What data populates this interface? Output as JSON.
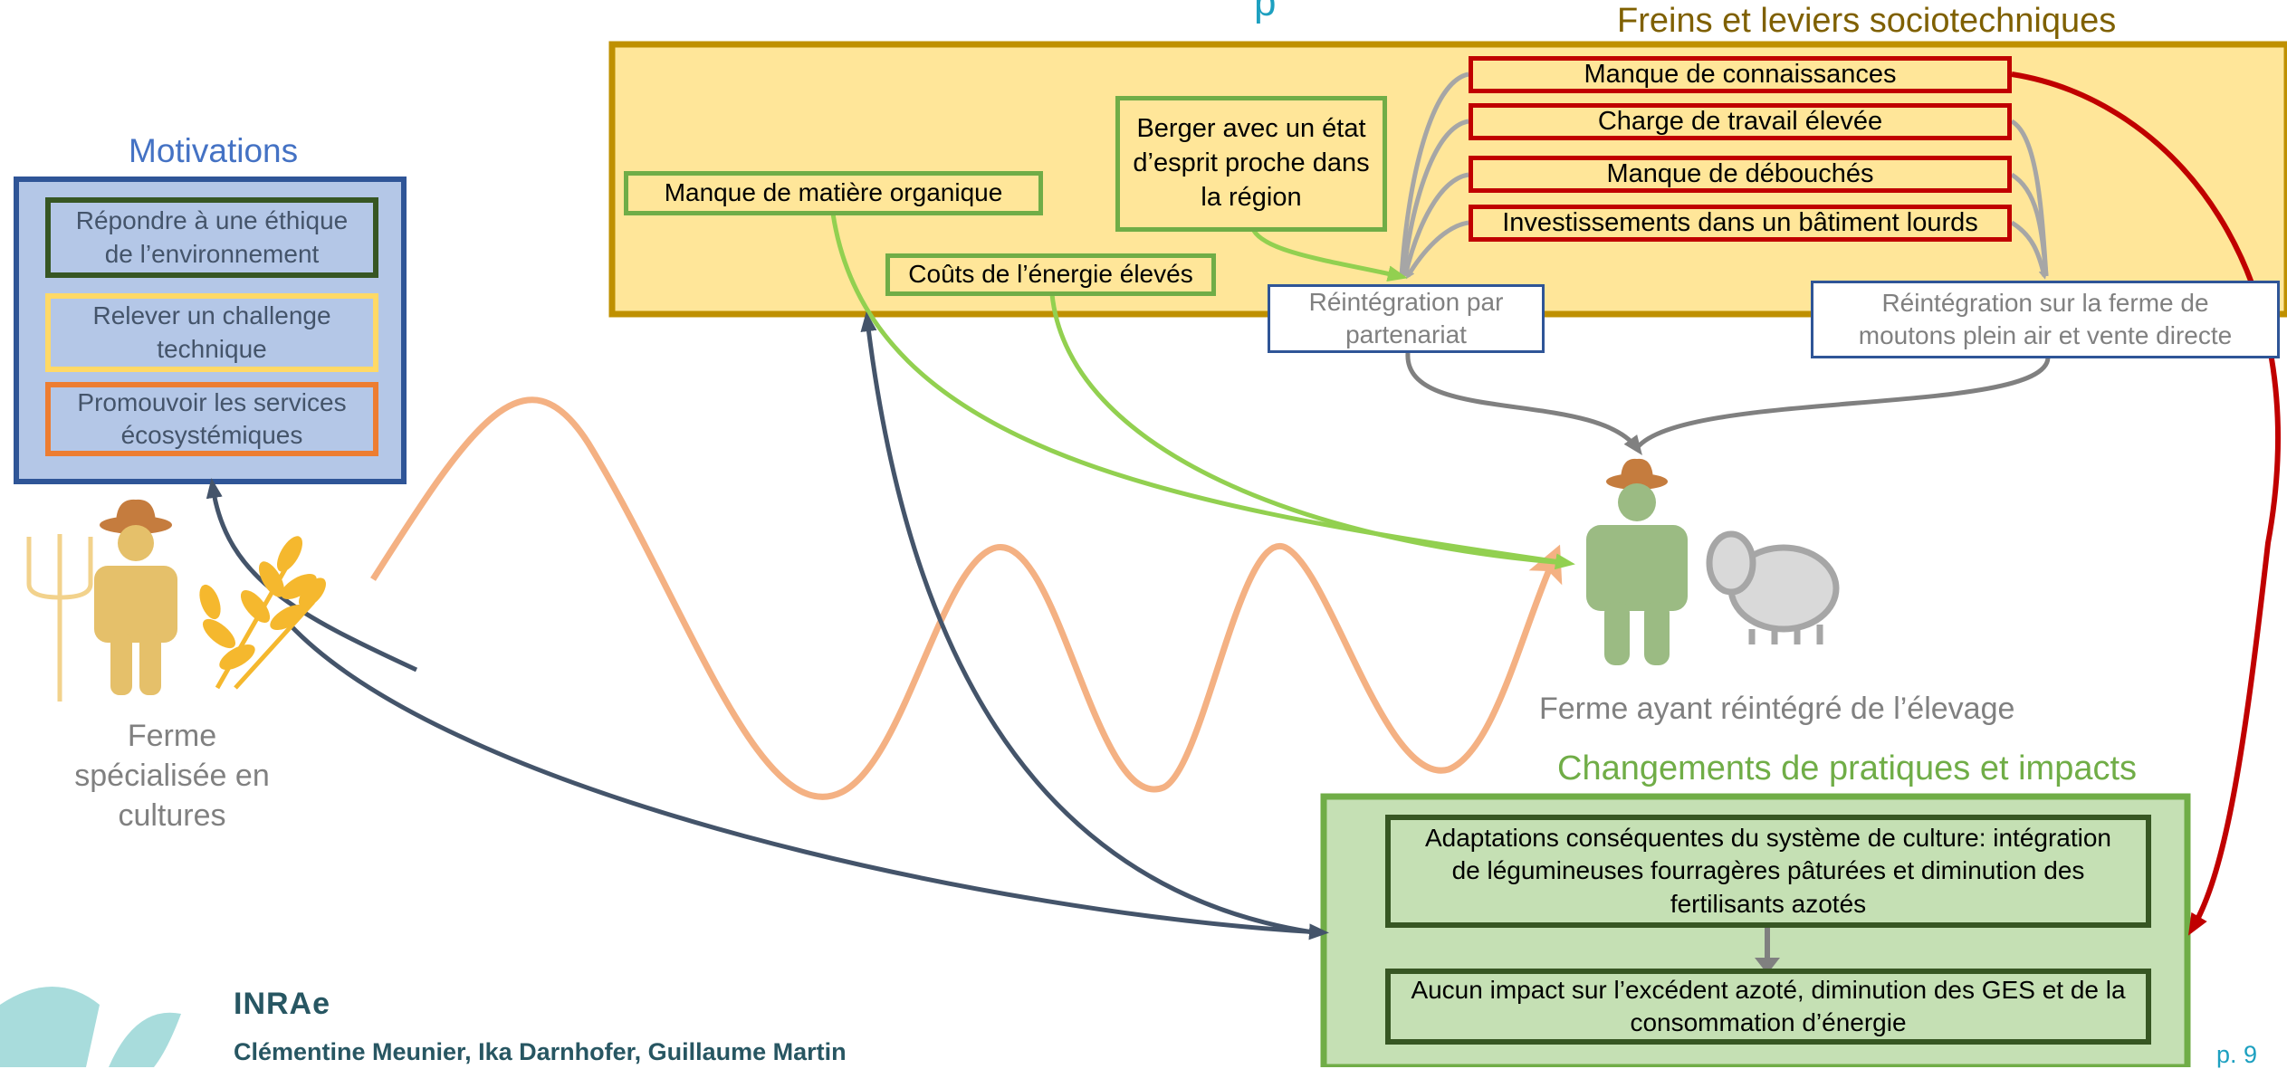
{
  "title_fragment": "p",
  "freins": {
    "title": "Freins et leviers sociotechniques",
    "barriers": [
      "Manque de connaissances",
      "Charge de travail élevée",
      "Manque de débouchés",
      "Investissements dans un bâtiment lourds"
    ],
    "levers": {
      "matiere": "Manque de matière organique",
      "berger": "Berger avec un état d’esprit proche dans la région",
      "energie": "Coûts de l’énergie élevés"
    },
    "paths": {
      "partenariat": "Réintégration par partenariat",
      "moutons": "Réintégration sur la ferme de moutons plein air et vente directe"
    }
  },
  "motivations": {
    "title": "Motivations",
    "items": [
      "Répondre à une éthique de l’environnement",
      "Relever un challenge technique",
      "Promouvoir les services écosystémiques"
    ]
  },
  "farm_start_label": "Ferme spécialisée en cultures",
  "farm_end_label": "Ferme ayant réintégré de l’élevage",
  "changements": {
    "title": "Changements de pratiques et impacts",
    "items": [
      "Adaptations conséquentes du système de culture: intégration de légumineuses fourragères pâturées et diminution des fertilisants azotés",
      "Aucun impact sur l’excédent azoté, diminution des GES et de la consommation d’énergie"
    ]
  },
  "footer": {
    "logo": "INRAe",
    "authors": "Clémentine Meunier, Ika Darnhofer, Guillaume Martin",
    "page": "p. 9"
  },
  "colors": {
    "motivations_title": "#4472c4",
    "freins_title": "#7f6000",
    "changements_title": "#70ad47",
    "barrier_border": "#c00000",
    "lever_border": "#70ad47",
    "wave": "#f4b183",
    "dark_arrow": "#44546a"
  }
}
